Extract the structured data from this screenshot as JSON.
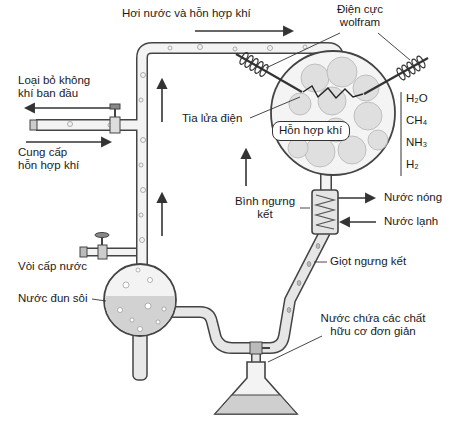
{
  "diagram": {
    "nodes": [
      {
        "text": [
          "Hỗn hợp khí"
        ]
      }
    ],
    "labels": [
      "Hơi nước và hỗn hợp khí",
      "Điện cực wolfram",
      "Loại bỏ không khí ban đầu",
      "Tia lửa điện",
      "H₂O",
      "CH₄",
      "NH₃",
      "H₂",
      "Cung cấp hỗn hợp khí",
      "Bình ngưng kết",
      "Nước nóng",
      "Nước lạnh",
      "Vòi cấp nước",
      "Giọt ngưng kết",
      "Nước đun sôi",
      "Nước chứa các chất hữu cơ đơn giản"
    ]
  }
}
